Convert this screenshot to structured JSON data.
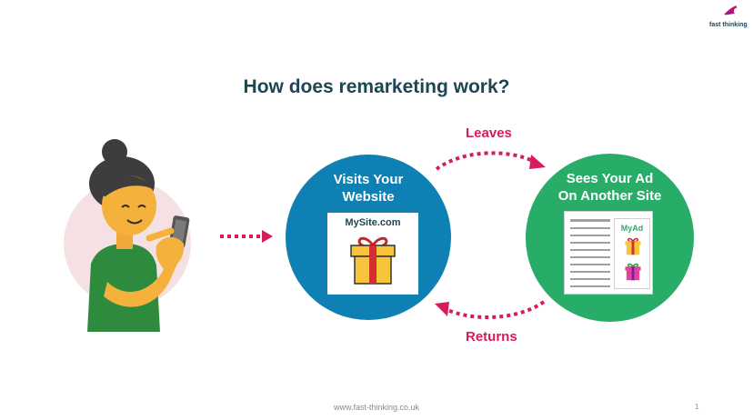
{
  "title": "How does remarketing work?",
  "nodes": {
    "visit": {
      "label_line1": "Visits Your",
      "label_line2": "Website",
      "site_name": "MySite.com",
      "color": "#0e80b4"
    },
    "sees": {
      "label_line1": "Sees Your Ad",
      "label_line2": "On Another Site",
      "ad_label": "MyAd",
      "color": "#28ad68"
    }
  },
  "edges": {
    "leaves": "Leaves",
    "returns": "Returns",
    "color": "#d81b60"
  },
  "footer": {
    "url": "www.fast-thinking.co.uk",
    "page_number": "1"
  },
  "logo": {
    "text": "fast thinking"
  },
  "icons": [
    "person-illustration",
    "smartphone-icon",
    "gift-box-icon",
    "hummingbird-logo-icon"
  ]
}
